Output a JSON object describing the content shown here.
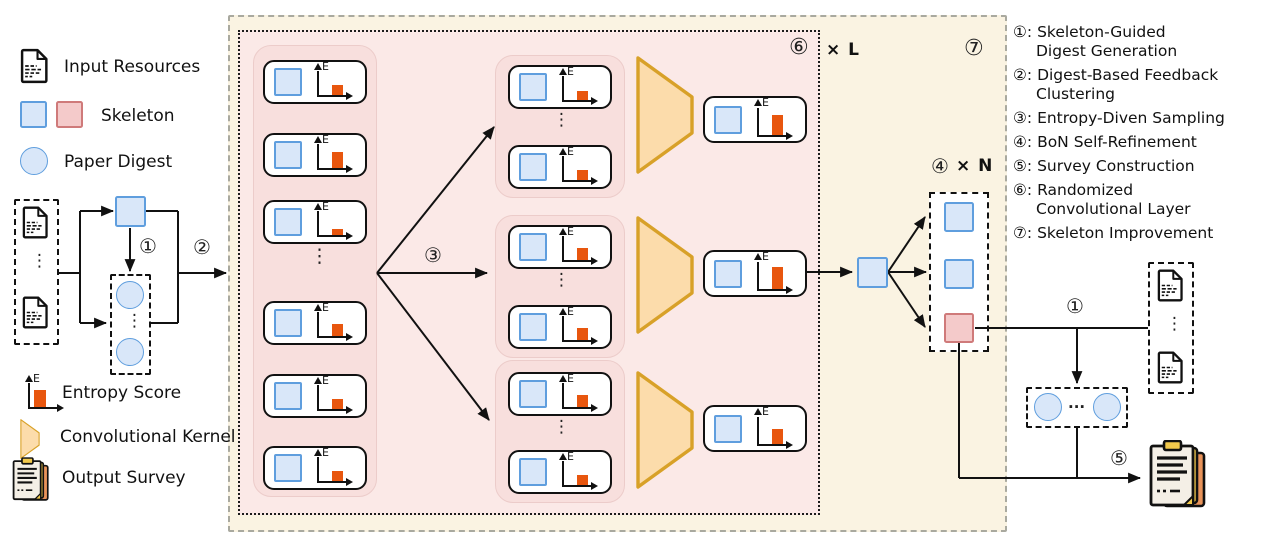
{
  "legend": {
    "input_resources": "Input Resources",
    "skeleton": "Skeleton",
    "paper_digest": "Paper Digest",
    "entropy_score": "Entropy Score",
    "convolutional_kernel": "Convolutional Kernel",
    "output_survey": "Output Survey"
  },
  "entropy": {
    "axis_label": "E"
  },
  "glyphs": {
    "vdots": "⋮",
    "hdots": "···"
  },
  "badges": {
    "step1": "①",
    "step2": "②",
    "step3": "③",
    "step4": "④",
    "step4_mult": "× N",
    "step5": "⑤",
    "step6": "⑥",
    "step6_mult": "× L",
    "step7": "⑦",
    "step1_right": "①"
  },
  "process_steps": [
    {
      "num": "①:",
      "lines": [
        "Skeleton-Guided",
        "Digest Generation"
      ]
    },
    {
      "num": "②:",
      "lines": [
        "Digest-Based Feedback",
        "Clustering"
      ]
    },
    {
      "num": "③:",
      "lines": [
        "Entropy-Diven Sampling"
      ]
    },
    {
      "num": "④:",
      "lines": [
        "BoN Self-Refinement"
      ]
    },
    {
      "num": "⑤:",
      "lines": [
        "Survey Construction"
      ]
    },
    {
      "num": "⑥:",
      "lines": [
        "Randomized",
        "Convolutional Layer"
      ]
    },
    {
      "num": "⑦:",
      "lines": [
        "Skeleton Improvement"
      ]
    }
  ],
  "colors": {
    "skeleton_blue_border": "#5f9ede",
    "skeleton_blue_fill": "#d9e7f9",
    "skeleton_red_border": "#cf7a7a",
    "skeleton_red_fill": "#f4caca",
    "entropy_bar": "#e8560e",
    "kernel_fill": "#fcdcab",
    "kernel_border": "#d8a128",
    "pink_region_bg": "#fbe9e7",
    "cream_region_bg": "#faf3e2",
    "cluster_bg": "#f8dfdd"
  }
}
